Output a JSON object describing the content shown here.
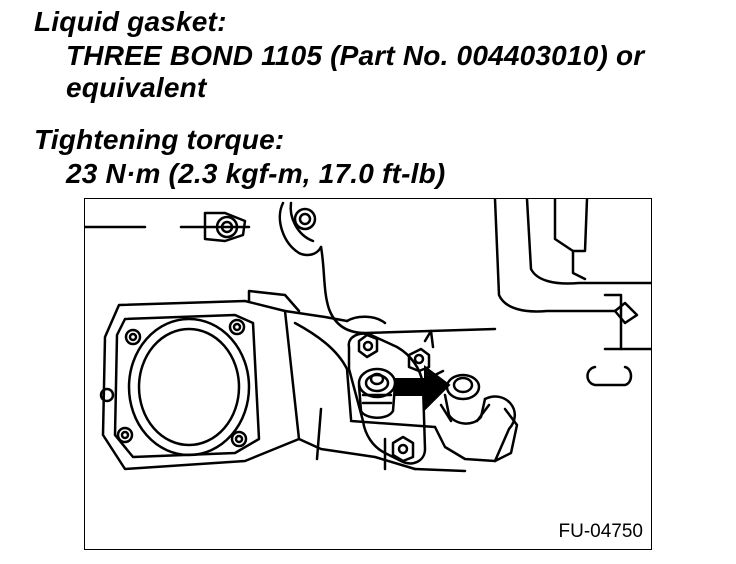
{
  "spec": {
    "gasket_heading": "Liquid gasket:",
    "gasket_value_line1": "THREE BOND 1105 (Part No. 004403010) or",
    "gasket_value_line2": "equivalent",
    "torque_heading": "Tightening torque:",
    "torque_value": "23 N·m (2.3 kgf-m, 17.0 ft-lb)"
  },
  "figure": {
    "code": "FU-04750"
  }
}
